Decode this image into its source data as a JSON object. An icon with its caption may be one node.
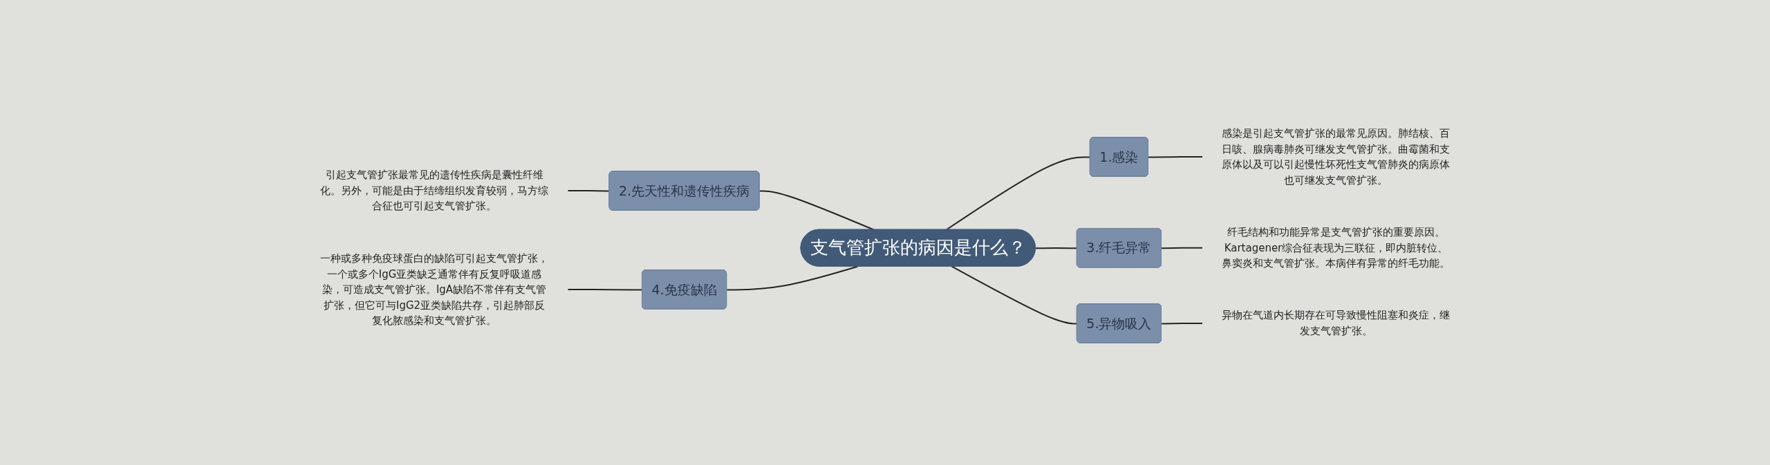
{
  "diagram": {
    "nodes": [
      {
        "text": [
          "支气管扩张的病因是什么？"
        ]
      },
      {
        "text": [
          "1.感染"
        ]
      },
      {
        "text": [
          "感染是引起支气管扩张的最常见原因。肺结核、百日咳、腺病毒肺炎可继发支气管扩张。曲霉菌和支原体以及可以引起慢性坏死性支气管肺炎的病原体也可继发支气管扩张。"
        ]
      },
      {
        "text": [
          "2.先天性和遗传性疾病"
        ]
      },
      {
        "text": [
          "引起支气管扩张最常见的遗传性疾病是囊性纤维化。另外，可能是由于结缔组织发育较弱，马方综合征也可引起支气管扩张。"
        ]
      },
      {
        "text": [
          "3.纤毛异常"
        ]
      },
      {
        "text": [
          "纤毛结构和功能异常是支气管扩张的重要原因。Kartagener综合征表现为三联征，即内脏转位、鼻窦炎和支气管扩张。本病伴有异常的纤毛功能。"
        ]
      },
      {
        "text": [
          "4.免疫缺陷"
        ]
      },
      {
        "text": [
          "一种或多种免疫球蛋白的缺陷可引起支气管扩张，一个或多个IgG亚类缺乏通常伴有反复呼吸道感染，可造成支气管扩张。IgA缺陷不常伴有支气管扩张，但它可与IgG2亚类缺陷共存，引起肺部反复化脓感染和支气管扩张。"
        ]
      },
      {
        "text": [
          "5.异物吸入"
        ]
      },
      {
        "text": [
          "异物在气道内长期存在可导致慢性阻塞和炎症，继发支气管扩张。"
        ]
      }
    ],
    "edges": [
      {
        "from": 0,
        "to": 1,
        "arrow": "none"
      },
      {
        "from": 1,
        "to": 2,
        "arrow": "none"
      },
      {
        "from": 0,
        "to": 3,
        "arrow": "none"
      },
      {
        "from": 3,
        "to": 4,
        "arrow": "none"
      },
      {
        "from": 0,
        "to": 5,
        "arrow": "none"
      },
      {
        "from": 5,
        "to": 6,
        "arrow": "none"
      },
      {
        "from": 0,
        "to": 7,
        "arrow": "none"
      },
      {
        "from": 7,
        "to": 8,
        "arrow": "none"
      },
      {
        "from": 0,
        "to": 9,
        "arrow": "none"
      },
      {
        "from": 9,
        "to": 10,
        "arrow": "none"
      }
    ]
  }
}
